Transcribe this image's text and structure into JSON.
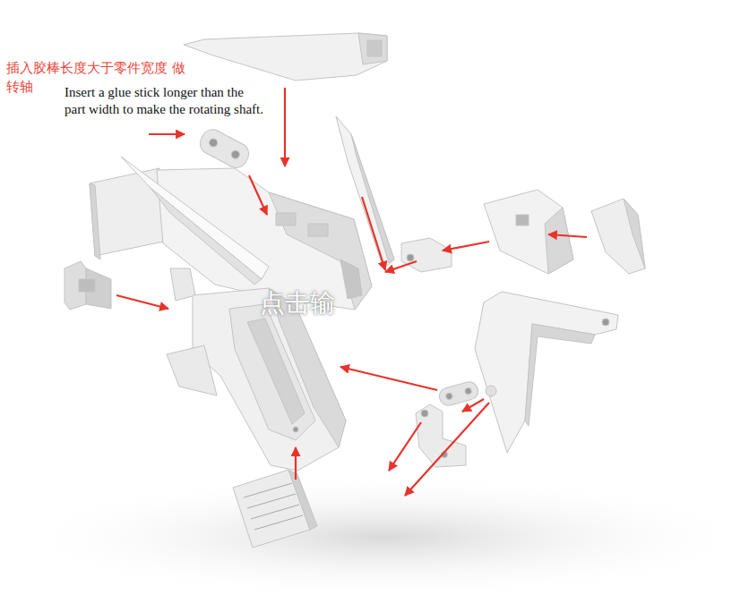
{
  "diagram": {
    "labels": [
      "插入胶棒长度大于零件宽度 做转轴",
      "Insert a glue stick longer than the part width to make the rotating shaft.",
      "点击输"
    ]
  }
}
